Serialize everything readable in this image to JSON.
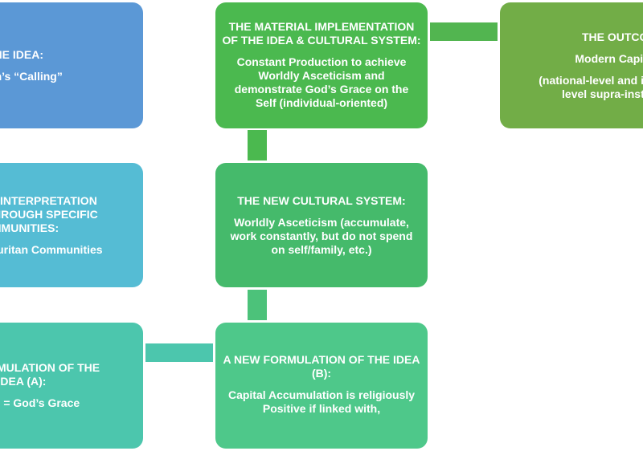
{
  "boxes": {
    "idea": {
      "title": "THE IDEA:",
      "body": "Calvin’s “Calling”"
    },
    "interpretation": {
      "title_lines": [
        "CULTURAL INTERPRETATION",
        "SPREAD THROUGH SPECIFIC",
        "COMMUNITIES:"
      ],
      "body": "Dutch and Puritan Communities"
    },
    "formulation_a": {
      "title_lines": [
        "NEW FORMULATION OF THE",
        "IDEA (A):"
      ],
      "body": "Wealth = God’s Grace"
    },
    "material": {
      "title_lines": [
        "THE MATERIAL IMPLEMENTATION",
        "OF THE IDEA & CULTURAL SYSTEM:"
      ],
      "body_lines": [
        "Constant Production to achieve",
        "Worldly Asceticism and",
        "demonstrate God’s Grace on the",
        "Self  (individual-oriented)"
      ]
    },
    "new_cultural_system": {
      "title": "THE NEW CULTURAL SYSTEM:",
      "body_lines": [
        "Worldly Asceticism (accumulate,",
        "work constantly, but do not spend",
        "on self/family, etc.)"
      ]
    },
    "formulation_b": {
      "title_lines": [
        "A NEW FORMULATION OF THE IDEA",
        "(B):"
      ],
      "body_lines": [
        "Capital Accumulation is religiously",
        "Positive if linked with,"
      ]
    },
    "outcome": {
      "title": "THE OUTCOME:",
      "body": "Modern Capitalism",
      "note_lines": [
        "(national-level and international-",
        "level supra-institutions)"
      ]
    }
  },
  "colors": {
    "idea": "#5b98d6",
    "interpretation": "#55bcd4",
    "formulation_a": "#4cc6ad",
    "material": "#4bb94f",
    "new_cultural_system": "#45ba6b",
    "formulation_b": "#4ec88a",
    "outcome": "#72ad47"
  }
}
